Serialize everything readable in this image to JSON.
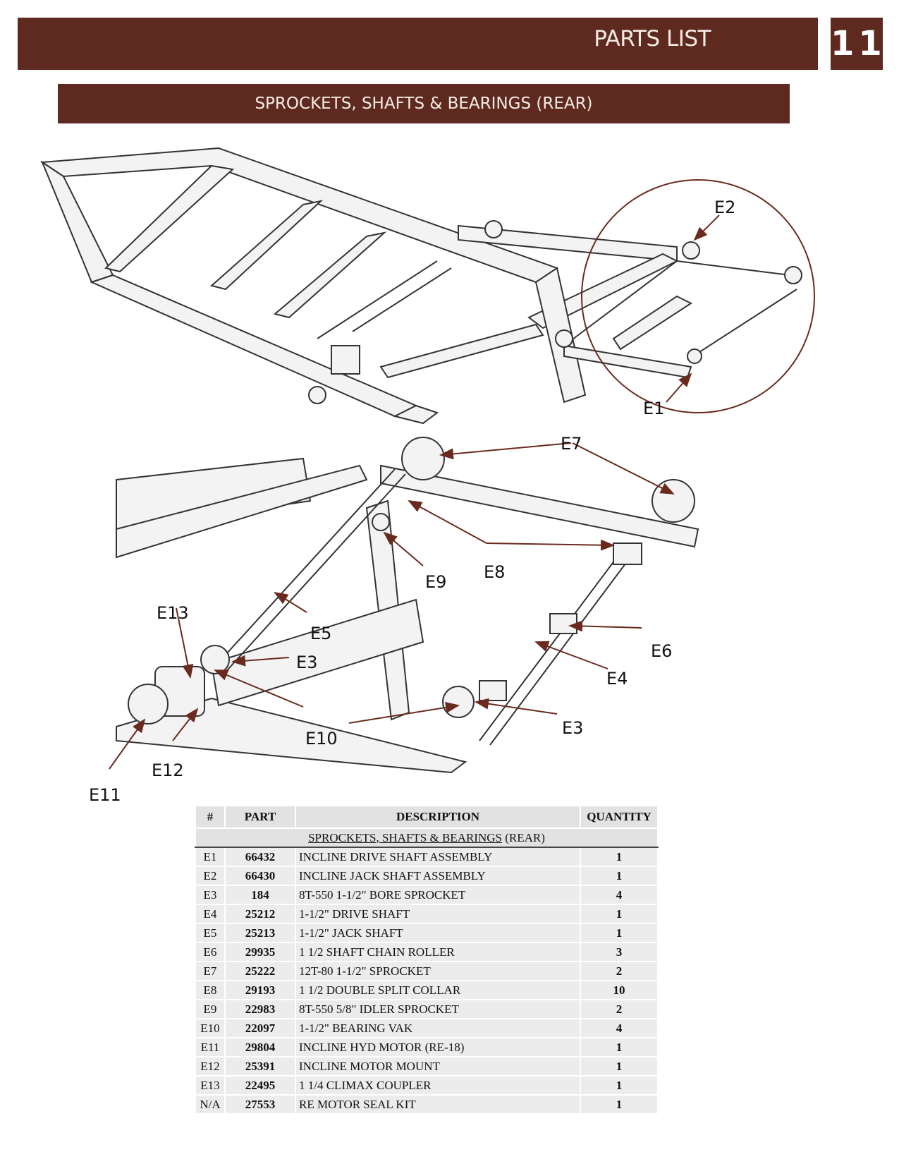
{
  "header": {
    "title": "PARTS LIST",
    "chapter": "11"
  },
  "section_title": "SPROCKETS, SHAFTS & BEARINGS (REAR)",
  "callouts": {
    "e1": "E1",
    "e2": "E2",
    "e3a": "E3",
    "e3b": "E3",
    "e4": "E4",
    "e5": "E5",
    "e6": "E6",
    "e7": "E7",
    "e8": "E8",
    "e9": "E9",
    "e10": "E10",
    "e11": "E11",
    "e12": "E12",
    "e13": "E13"
  },
  "table": {
    "headers": {
      "num": "#",
      "part": "PART",
      "description": "DESCRIPTION",
      "quantity": "QUANTITY"
    },
    "section_underlined": "SPROCKETS, SHAFTS & BEARINGS",
    "section_suffix": " (REAR)",
    "rows": [
      {
        "num": "E1",
        "part": "66432",
        "description": "INCLINE DRIVE SHAFT ASSEMBLY",
        "quantity": "1"
      },
      {
        "num": "E2",
        "part": "66430",
        "description": "INCLINE JACK SHAFT ASSEMBLY",
        "quantity": "1"
      },
      {
        "num": "E3",
        "part": "184",
        "description": "8T-550 1-1/2\" BORE SPROCKET",
        "quantity": "4"
      },
      {
        "num": "E4",
        "part": "25212",
        "description": "1-1/2\" DRIVE SHAFT",
        "quantity": "1"
      },
      {
        "num": "E5",
        "part": "25213",
        "description": "1-1/2\" JACK SHAFT",
        "quantity": "1"
      },
      {
        "num": "E6",
        "part": "29935",
        "description": "1 1/2 SHAFT CHAIN ROLLER",
        "quantity": "3"
      },
      {
        "num": "E7",
        "part": "25222",
        "description": "12T-80 1-1/2\" SPROCKET",
        "quantity": "2"
      },
      {
        "num": "E8",
        "part": "29193",
        "description": "1 1/2 DOUBLE SPLIT COLLAR",
        "quantity": "10"
      },
      {
        "num": "E9",
        "part": "22983",
        "description": "8T-550 5/8\" IDLER SPROCKET",
        "quantity": "2"
      },
      {
        "num": "E10",
        "part": "22097",
        "description": "1-1/2\" BEARING VAK",
        "quantity": "4"
      },
      {
        "num": "E11",
        "part": "29804",
        "description": "INCLINE HYD MOTOR (RE-18)",
        "quantity": "1"
      },
      {
        "num": "E12",
        "part": "25391",
        "description": "INCLINE MOTOR MOUNT",
        "quantity": "1"
      },
      {
        "num": "E13",
        "part": "22495",
        "description": "1 1/4 CLIMAX COUPLER",
        "quantity": "1"
      },
      {
        "num": "N/A",
        "part": "27553",
        "description": "RE MOTOR SEAL KIT",
        "quantity": "1"
      }
    ]
  }
}
